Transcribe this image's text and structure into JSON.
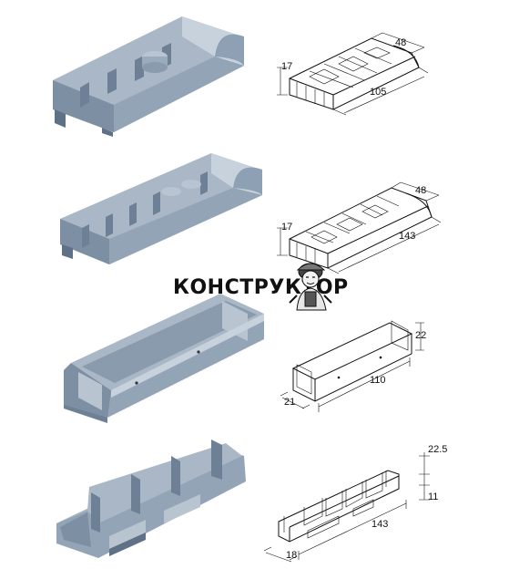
{
  "brand": {
    "text": "КОНСТРУКТОР",
    "mascot_icon": "engineer-mascot-icon"
  },
  "colors": {
    "part_top": "#a9b7c6",
    "part_side": "#7d8fa3",
    "part_dark": "#5e7186",
    "part_light": "#c7d2dd",
    "line": "#111111"
  },
  "parts": [
    {
      "id": "part-1",
      "dims": {
        "width": "48",
        "height": "17",
        "length": "105"
      }
    },
    {
      "id": "part-2",
      "dims": {
        "width": "48",
        "height": "17",
        "length": "143"
      }
    },
    {
      "id": "part-3",
      "dims": {
        "height": "22",
        "width": "21",
        "length": "110"
      }
    },
    {
      "id": "part-4",
      "dims": {
        "height_a": "22.5",
        "height_b": "11",
        "length": "143",
        "width": "18"
      }
    }
  ]
}
